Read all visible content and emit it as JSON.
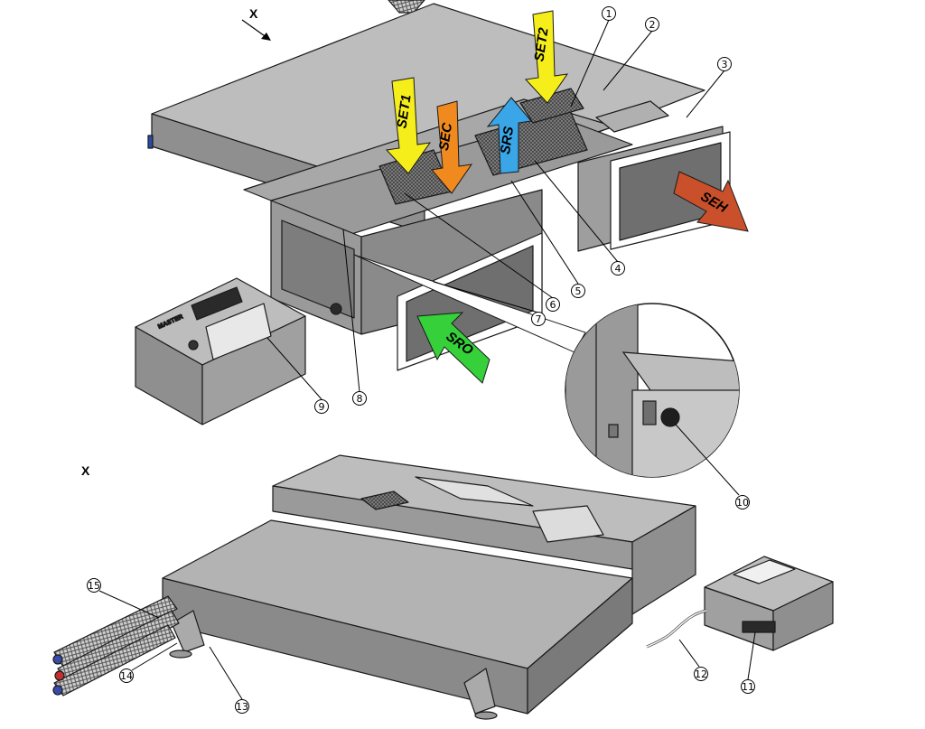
{
  "view_labels": {
    "direction_marker": "X",
    "view_title": "X"
  },
  "airflow_arrows": [
    {
      "id": "set1",
      "label": "SET1",
      "color": "#f5ee1a"
    },
    {
      "id": "set2",
      "label": "SET2",
      "color": "#f5ee1a"
    },
    {
      "id": "sec",
      "label": "SEC",
      "color": "#f08a1e"
    },
    {
      "id": "srs",
      "label": "SRS",
      "color": "#3aa6e8"
    },
    {
      "id": "seh",
      "label": "SEH",
      "color": "#c9502a"
    },
    {
      "id": "sro",
      "label": "SRO",
      "color": "#35d03a"
    }
  ],
  "callouts": [
    "1",
    "2",
    "3",
    "4",
    "5",
    "6",
    "7",
    "8",
    "9",
    "10",
    "11",
    "12",
    "13",
    "14",
    "15"
  ],
  "nameplate": {
    "brand": "MASTER"
  },
  "colors": {
    "housing": "#a3a3a3",
    "housing_dark": "#7d7d7d",
    "housing_light": "#bdbdbd",
    "outline": "#1a1a1a"
  }
}
